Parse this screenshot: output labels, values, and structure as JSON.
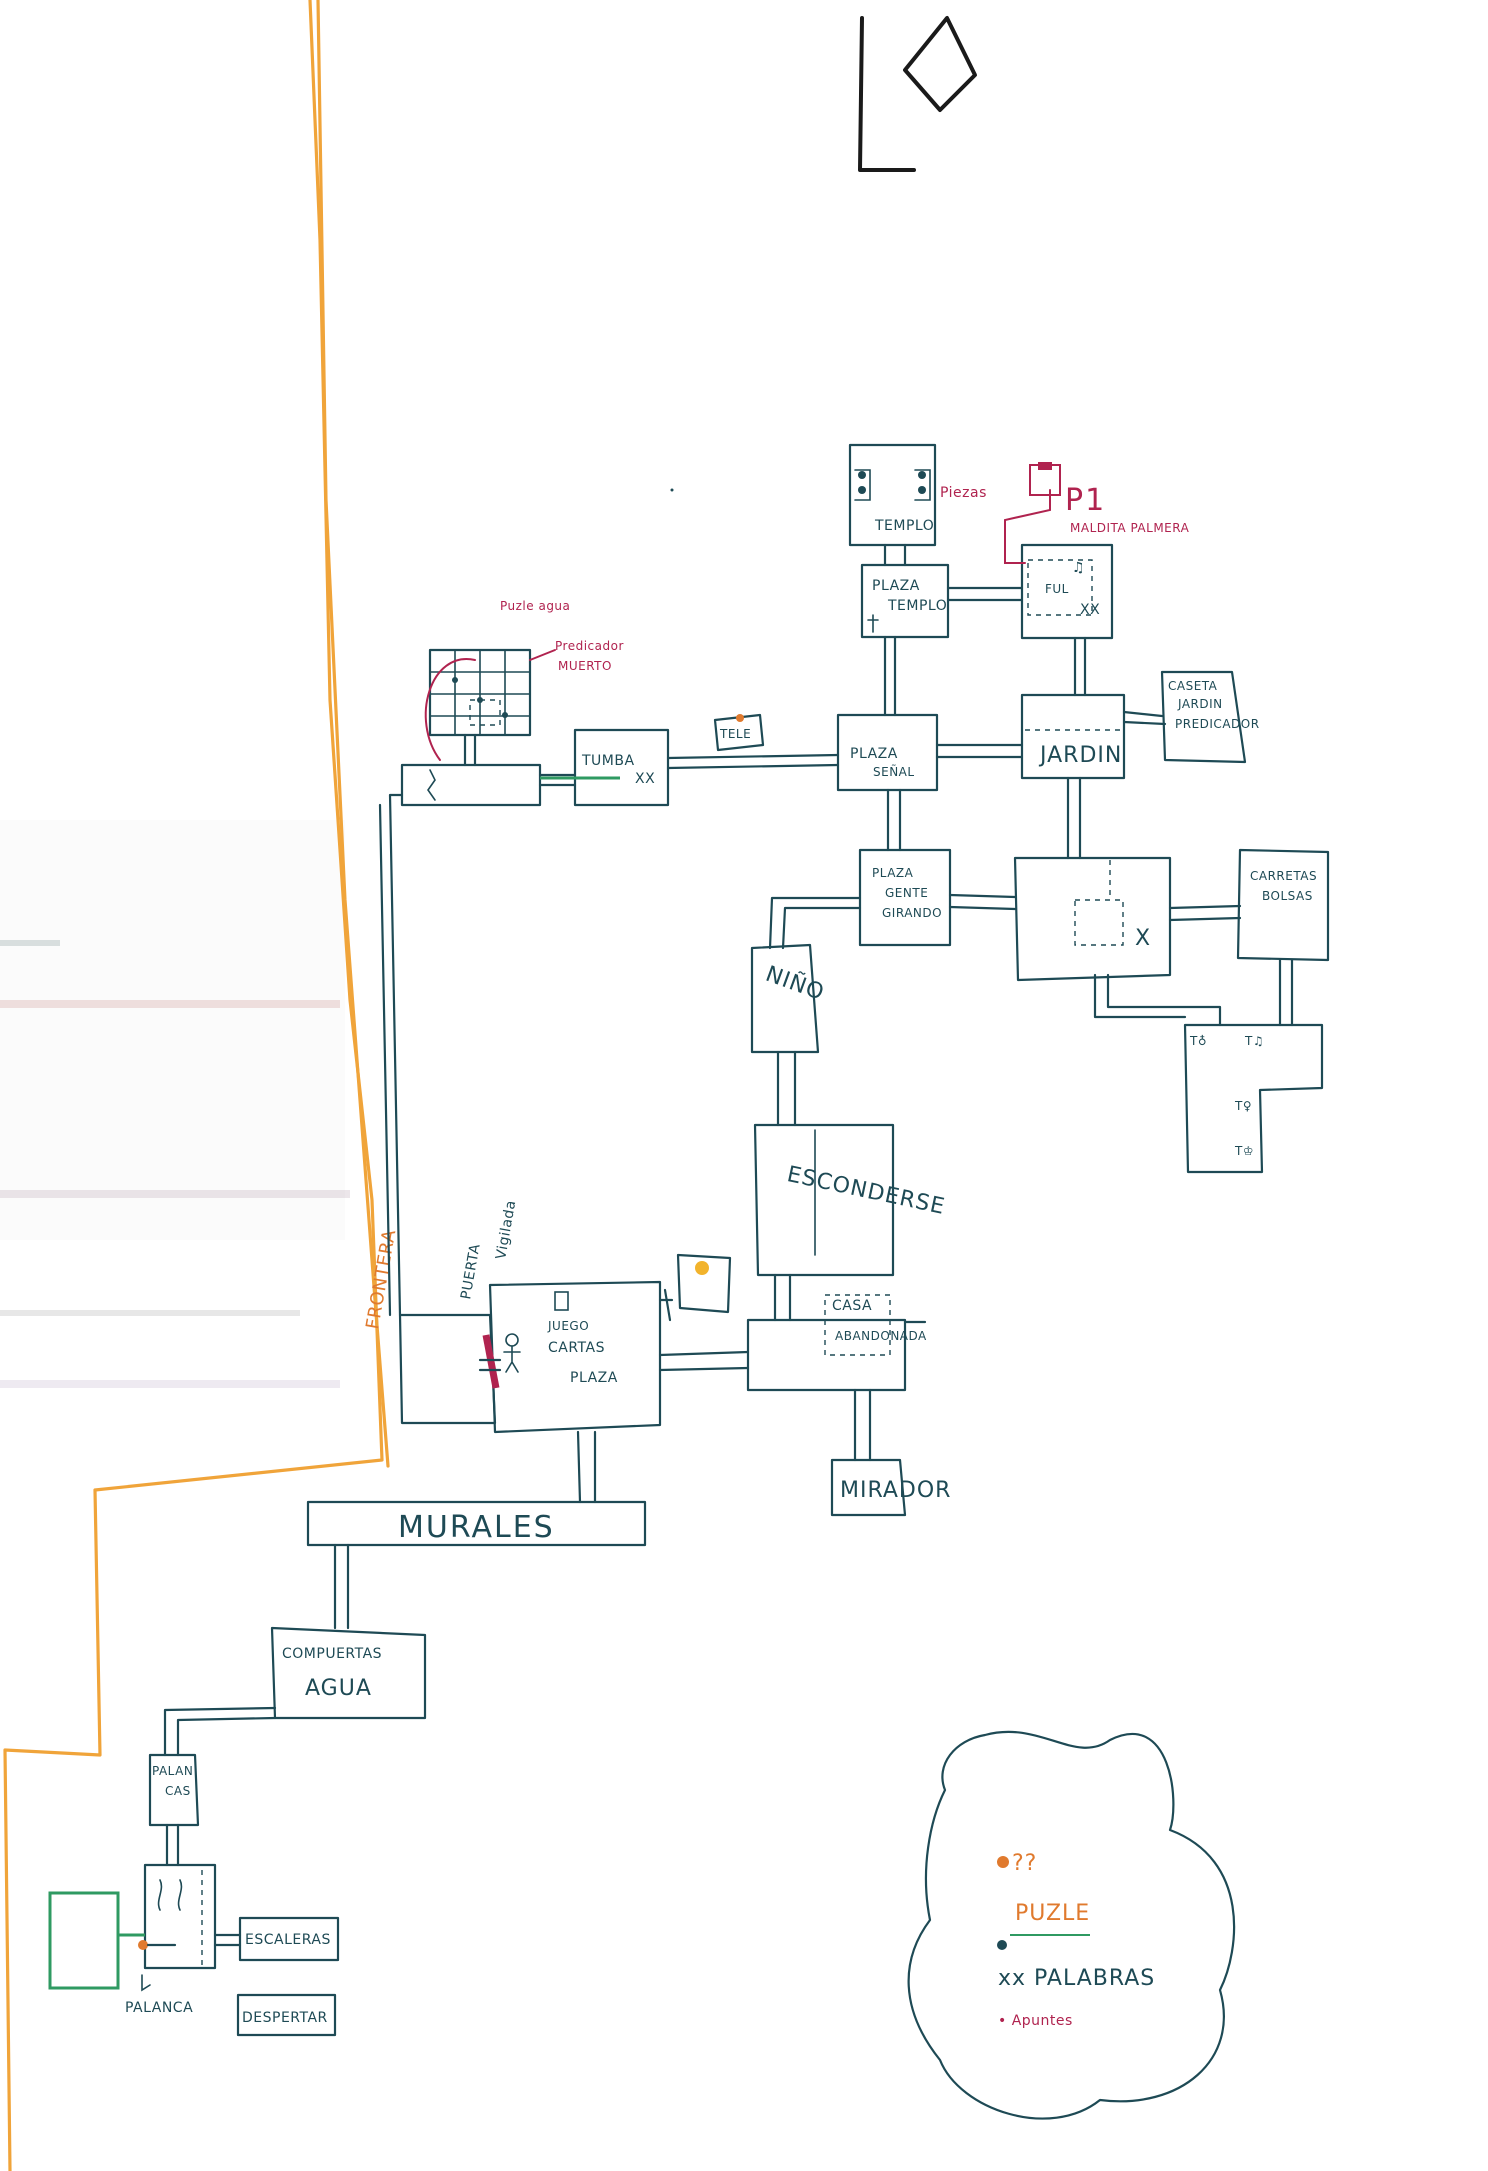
{
  "rooms": {
    "templo": "TEMPLO",
    "piezas": "Piezas",
    "plaza_templo_1": "PLAZA",
    "plaza_templo_2": "TEMPLO",
    "p1": "P1",
    "maldita_palmera": "MALDITA PALMERA",
    "ful": "FUL",
    "xx_fuente": "XX",
    "caseta_1": "CASETA",
    "caseta_2": "JARDIN",
    "caseta_3": "PREDICADOR",
    "jardin": "JARDIN",
    "tele": "TELE",
    "plaza_senal_1": "PLAZA",
    "plaza_senal_2": "SEÑAL",
    "tumba": "TUMBA",
    "xx_tumba": "XX",
    "puzle_agua": "Puzle agua",
    "predicador_1": "Predicador",
    "predicador_2": "MUERTO",
    "plaza_gente_1": "PLAZA",
    "plaza_gente_2": "GENTE",
    "plaza_gente_3": "GIRANDO",
    "carretas_1": "CARRETAS",
    "carretas_2": "BOLSAS",
    "x_mark": "X",
    "nino": "NIÑO",
    "esconderse": "ESCONDERSE",
    "casa_1": "CASA",
    "casa_2": "ABANDONADA",
    "mirador": "MIRADOR",
    "puerta_vigilada_1": "PUERTA",
    "puerta_vigilada_2": "Vigilada",
    "frontera": "FRONTERA",
    "juego_1": "JUEGO",
    "juego_2": "CARTAS",
    "plaza_juego": "PLAZA",
    "murales": "MURALES",
    "compuertas_1": "COMPUERTAS",
    "compuertas_2": "AGUA",
    "palancas_1": "PALAN",
    "palancas_2": "CAS",
    "escaleras": "ESCALERAS",
    "despertar": "DESPERTAR",
    "palanca": "PALANCA"
  },
  "legend": {
    "unknown": "??",
    "puzle": "PUZLE",
    "palabras": "xx PALABRAS",
    "apuntes": "• Apuntes"
  },
  "colors": {
    "ink": "#1e4a55",
    "border": "#f0a43a",
    "note": "#b0234f",
    "puzzle": "#e07a2e",
    "exit": "#2f9a62"
  }
}
